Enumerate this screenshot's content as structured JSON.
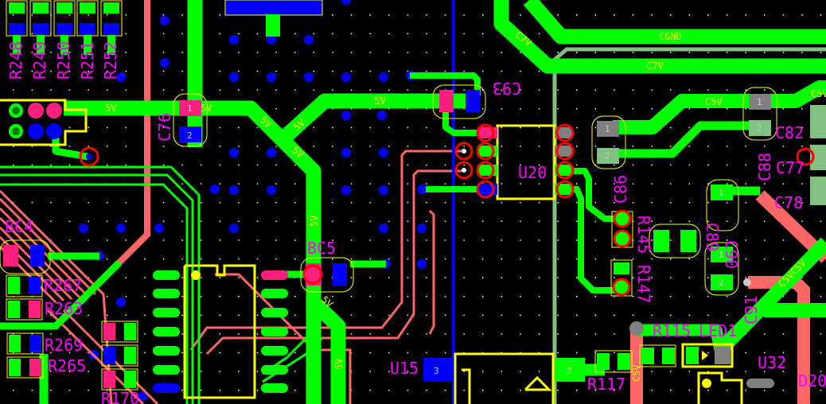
{
  "colors": {
    "background": "#000000",
    "top_copper": "#00ff00",
    "bottom_copper": "#ff6666",
    "via": "#0000ff",
    "silkscreen": "#ffff00",
    "refdes": "#ff00ff",
    "pad_top": "#ff1f7f",
    "pad_blue": "#0000ff",
    "pad_gray": "#808080",
    "board_outline": "#80c080",
    "drc_marker": "#ff0000"
  },
  "nets": {
    "n5v": "5V",
    "c7v": "C7V",
    "cgnd": "CGND",
    "c5v": "C5V",
    "c5vc5v": "C5VC5V"
  },
  "refdes": {
    "r248": "R248",
    "r249": "R249",
    "r250": "R250",
    "r251": "R251",
    "r252": "R252",
    "c76": "C76",
    "c93": "C93",
    "u20": "U20",
    "c86": "C86",
    "c82": "C82",
    "c88": "C88",
    "c77": "C77",
    "c78": "C78",
    "bc4": "BC4",
    "bc5": "BC5",
    "r267": "R267",
    "r263": "R263",
    "r269": "R269",
    "r265": "R265",
    "r170": "R170",
    "u15": "U15",
    "r145": "R145",
    "r147": "R147",
    "c89": "C89",
    "c90": "C90",
    "r115": "R115",
    "led1": "LED1",
    "c91": "C91",
    "u32": "U32",
    "d20": "D20",
    "r117": "R117"
  },
  "pins": {
    "p1": "1",
    "p2": "2",
    "p3": "3"
  }
}
